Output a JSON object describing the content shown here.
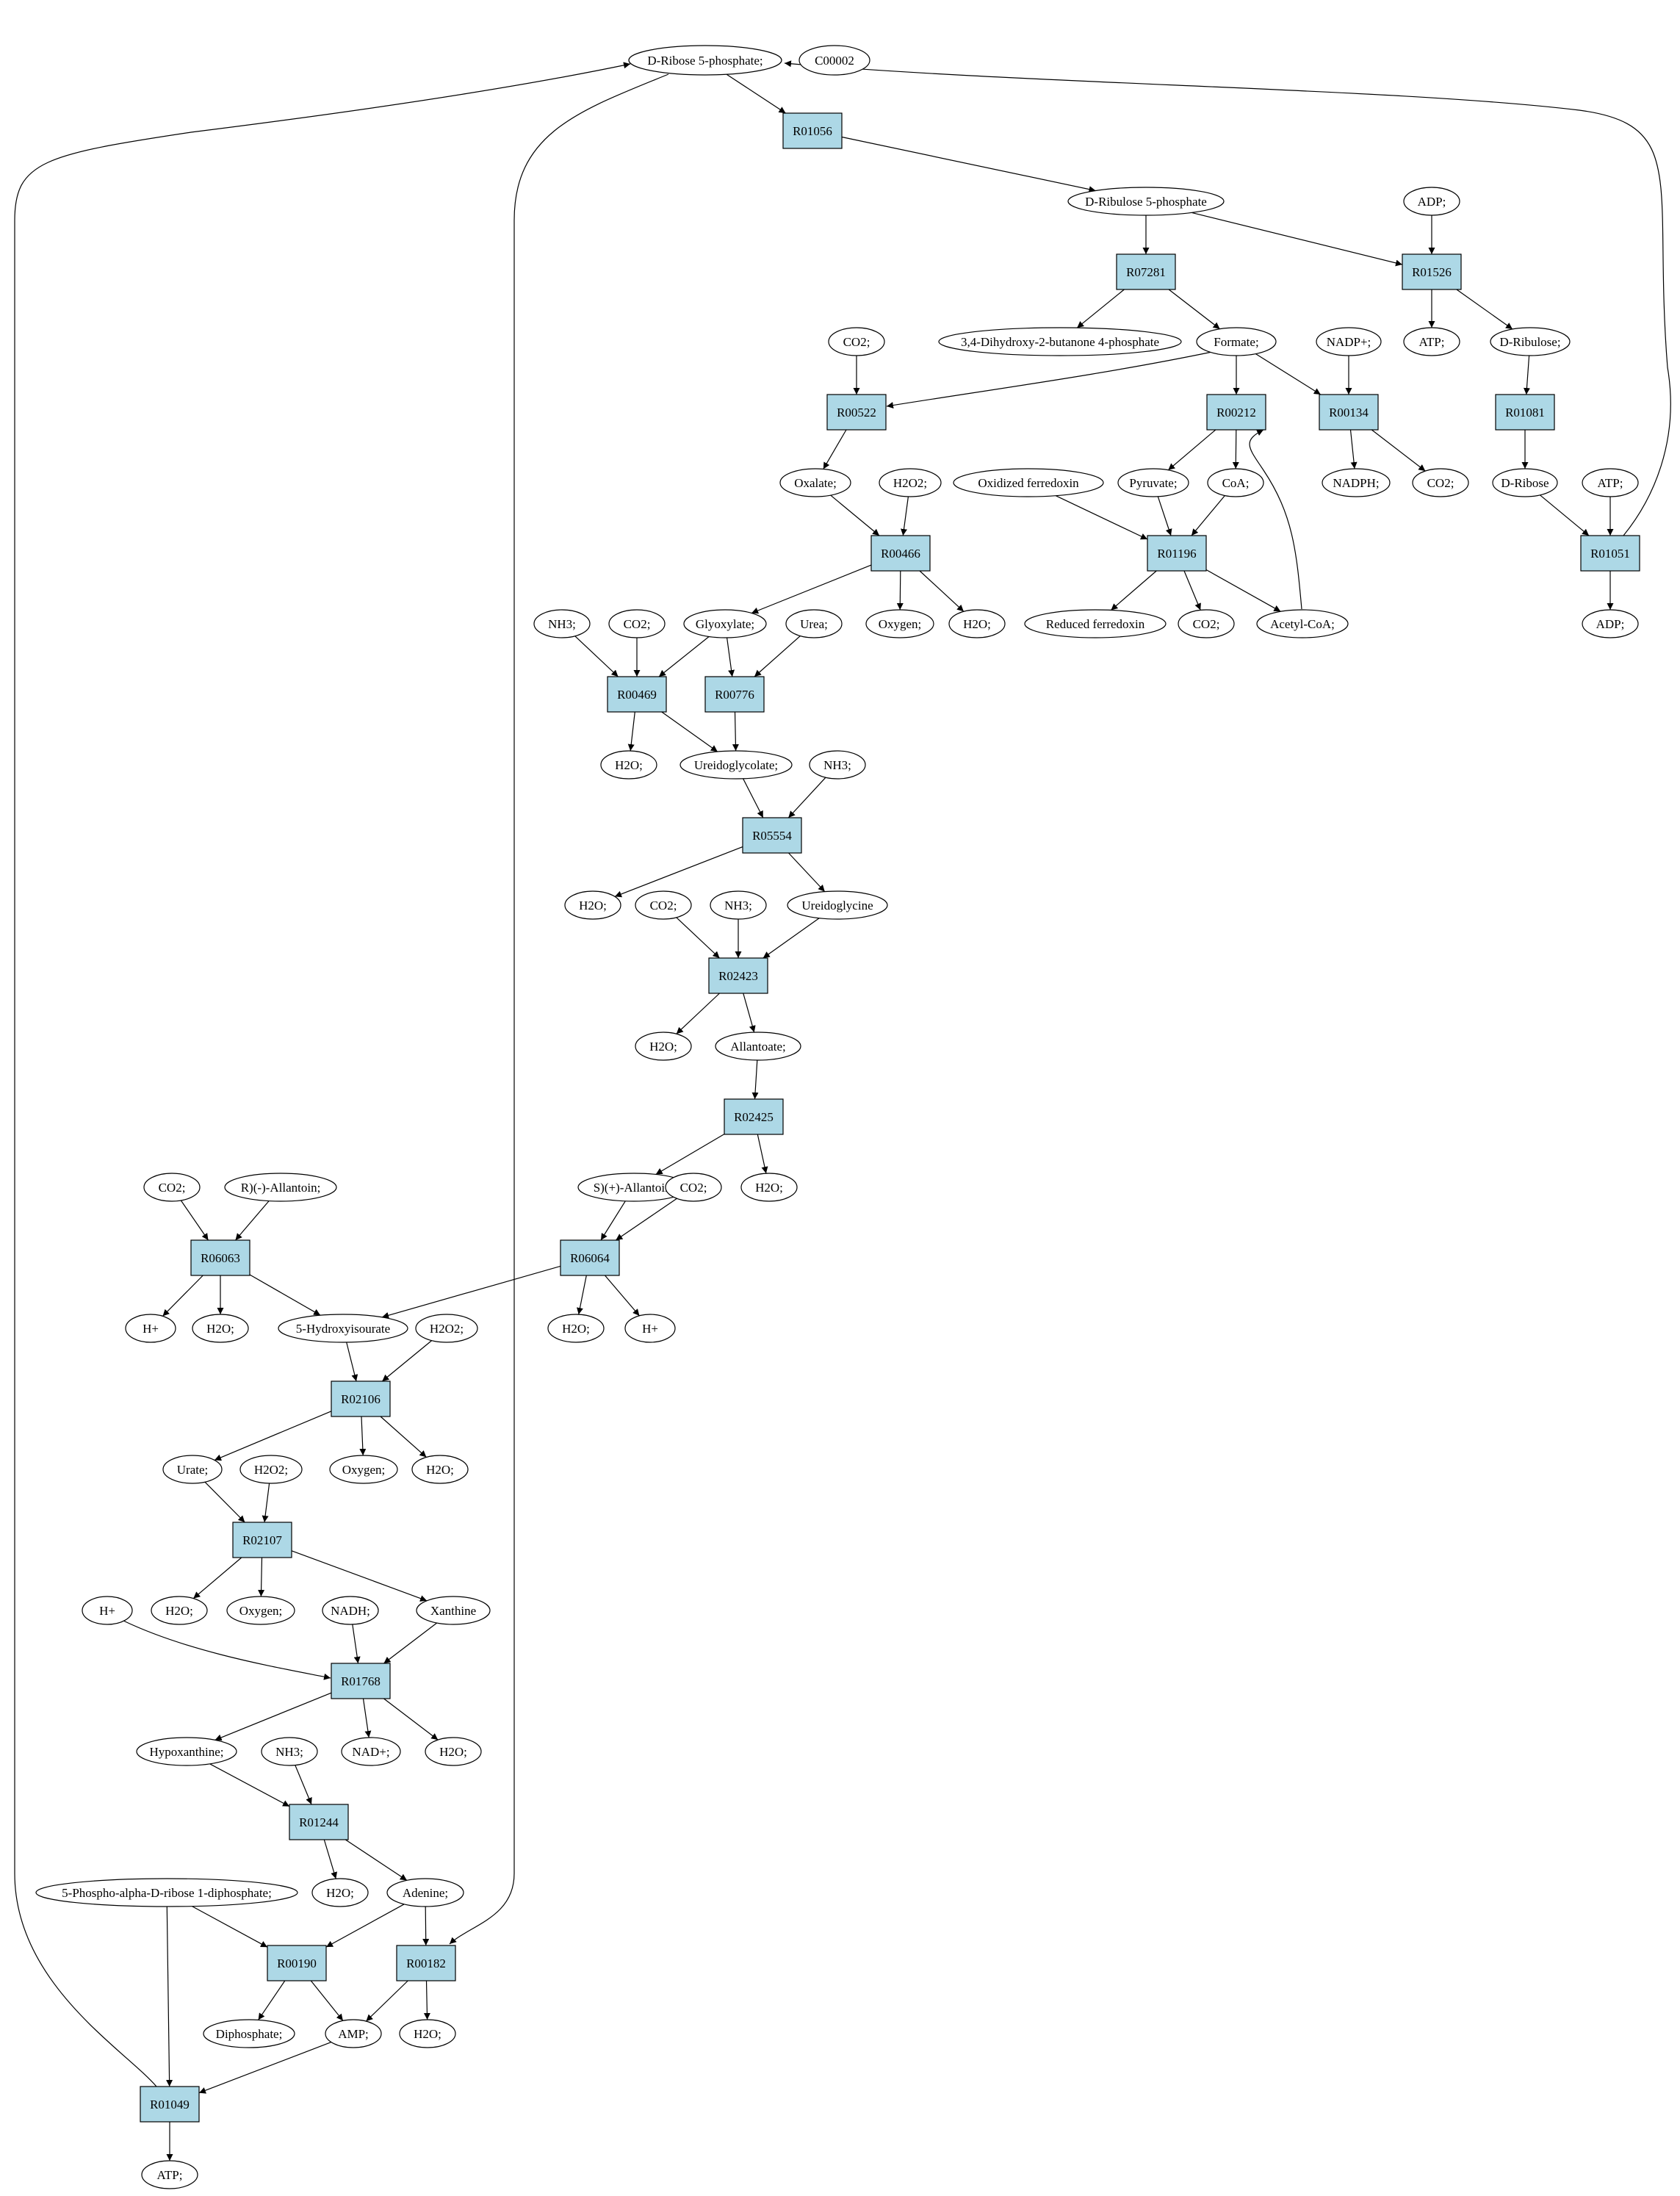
{
  "colors": {
    "reaction_fill": "#add8e6",
    "metabolite_fill": "#ffffff",
    "highlight_start": "#00ff00",
    "highlight_other": "#ffff00"
  },
  "metabolites": [
    {
      "id": "ribose5p",
      "label": "D-Ribose 5-phosphate;",
      "color": "#00ff00"
    },
    {
      "id": "c00002",
      "label": "C00002",
      "color": "#ffff00"
    },
    {
      "id": "ribulose5p",
      "label": "D-Ribulose 5-phosphate"
    },
    {
      "id": "adp_top",
      "label": "ADP;"
    },
    {
      "id": "dhbp",
      "label": "3,4-Dihydroxy-2-butanone 4-phosphate"
    },
    {
      "id": "formate",
      "label": "Formate;"
    },
    {
      "id": "co2_a",
      "label": "CO2;"
    },
    {
      "id": "nadp",
      "label": "NADP+;"
    },
    {
      "id": "atp_top",
      "label": "ATP;"
    },
    {
      "id": "dribulose",
      "label": "D-Ribulose;"
    },
    {
      "id": "oxalate",
      "label": "Oxalate;"
    },
    {
      "id": "h2o2_a",
      "label": "H2O2;"
    },
    {
      "id": "oxfd",
      "label": "Oxidized ferredoxin"
    },
    {
      "id": "pyruvate",
      "label": "Pyruvate;"
    },
    {
      "id": "coa",
      "label": "CoA;"
    },
    {
      "id": "nadph",
      "label": "NADPH;"
    },
    {
      "id": "co2_b",
      "label": "CO2;"
    },
    {
      "id": "dribose",
      "label": "D-Ribose"
    },
    {
      "id": "atp_r",
      "label": "ATP;"
    },
    {
      "id": "nh3_a",
      "label": "NH3;"
    },
    {
      "id": "co2_c",
      "label": "CO2;"
    },
    {
      "id": "glyoxylate",
      "label": "Glyoxylate;"
    },
    {
      "id": "urea",
      "label": "Urea;"
    },
    {
      "id": "oxygen_a",
      "label": "Oxygen;"
    },
    {
      "id": "h2o_a",
      "label": "H2O;"
    },
    {
      "id": "redfd",
      "label": "Reduced ferredoxin"
    },
    {
      "id": "co2_d",
      "label": "CO2;"
    },
    {
      "id": "acetylcoa",
      "label": "Acetyl-CoA;"
    },
    {
      "id": "adp_r",
      "label": "ADP;"
    },
    {
      "id": "h2o_b",
      "label": "H2O;"
    },
    {
      "id": "ureidoglycolate",
      "label": "Ureidoglycolate;"
    },
    {
      "id": "nh3_b",
      "label": "NH3;"
    },
    {
      "id": "h2o_c",
      "label": "H2O;"
    },
    {
      "id": "co2_e",
      "label": "CO2;"
    },
    {
      "id": "nh3_c",
      "label": "NH3;"
    },
    {
      "id": "ureidoglycine",
      "label": "Ureidoglycine"
    },
    {
      "id": "h2o_d",
      "label": "H2O;"
    },
    {
      "id": "allantoate",
      "label": "Allantoate;"
    },
    {
      "id": "co2_f",
      "label": "CO2;"
    },
    {
      "id": "rallantoin",
      "label": "R)(-)-Allantoin;"
    },
    {
      "id": "sallantoin",
      "label": "S)(+)-Allantoin;"
    },
    {
      "id": "co2_g",
      "label": "CO2;"
    },
    {
      "id": "h2o_e",
      "label": "H2O;"
    },
    {
      "id": "hplus_a",
      "label": "H+"
    },
    {
      "id": "h2o_f",
      "label": "H2O;"
    },
    {
      "id": "hydroxyisourate",
      "label": "5-Hydroxyisourate"
    },
    {
      "id": "h2o2_b",
      "label": "H2O2;"
    },
    {
      "id": "h2o_g",
      "label": "H2O;"
    },
    {
      "id": "hplus_b",
      "label": "H+"
    },
    {
      "id": "urate",
      "label": "Urate;"
    },
    {
      "id": "h2o2_c",
      "label": "H2O2;"
    },
    {
      "id": "oxygen_b",
      "label": "Oxygen;"
    },
    {
      "id": "h2o_h",
      "label": "H2O;"
    },
    {
      "id": "hplus_c",
      "label": "H+"
    },
    {
      "id": "h2o_i",
      "label": "H2O;"
    },
    {
      "id": "oxygen_c",
      "label": "Oxygen;"
    },
    {
      "id": "nadh",
      "label": "NADH;"
    },
    {
      "id": "xanthine",
      "label": "Xanthine"
    },
    {
      "id": "hypoxanthine",
      "label": "Hypoxanthine;"
    },
    {
      "id": "nh3_d",
      "label": "NH3;"
    },
    {
      "id": "nad",
      "label": "NAD+;"
    },
    {
      "id": "h2o_j",
      "label": "H2O;"
    },
    {
      "id": "prpp",
      "label": "5-Phospho-alpha-D-ribose 1-diphosphate;"
    },
    {
      "id": "h2o_k",
      "label": "H2O;"
    },
    {
      "id": "adenine",
      "label": "Adenine;"
    },
    {
      "id": "diphosphate",
      "label": "Diphosphate;"
    },
    {
      "id": "amp",
      "label": "AMP;"
    },
    {
      "id": "h2o_l",
      "label": "H2O;"
    },
    {
      "id": "atp_bottom",
      "label": "ATP;"
    }
  ],
  "reactions": [
    {
      "id": "R01056",
      "label": "R01056"
    },
    {
      "id": "R07281",
      "label": "R07281"
    },
    {
      "id": "R01526",
      "label": "R01526"
    },
    {
      "id": "R00522",
      "label": "R00522"
    },
    {
      "id": "R00212",
      "label": "R00212"
    },
    {
      "id": "R00134",
      "label": "R00134"
    },
    {
      "id": "R01081",
      "label": "R01081"
    },
    {
      "id": "R00466",
      "label": "R00466"
    },
    {
      "id": "R01196",
      "label": "R01196"
    },
    {
      "id": "R01051",
      "label": "R01051"
    },
    {
      "id": "R00469",
      "label": "R00469"
    },
    {
      "id": "R00776",
      "label": "R00776"
    },
    {
      "id": "R05554",
      "label": "R05554"
    },
    {
      "id": "R02423",
      "label": "R02423"
    },
    {
      "id": "R02425",
      "label": "R02425"
    },
    {
      "id": "R06063",
      "label": "R06063"
    },
    {
      "id": "R06064",
      "label": "R06064"
    },
    {
      "id": "R02106",
      "label": "R02106"
    },
    {
      "id": "R02107",
      "label": "R02107"
    },
    {
      "id": "R01768",
      "label": "R01768"
    },
    {
      "id": "R01244",
      "label": "R01244"
    },
    {
      "id": "R00190",
      "label": "R00190"
    },
    {
      "id": "R00182",
      "label": "R00182"
    },
    {
      "id": "R01049",
      "label": "R01049"
    }
  ],
  "edges": [
    [
      "ribose5p",
      "R01056"
    ],
    [
      "R01056",
      "ribulose5p"
    ],
    [
      "ribulose5p",
      "R07281"
    ],
    [
      "ribulose5p",
      "R01526"
    ],
    [
      "adp_top",
      "R01526"
    ],
    [
      "R07281",
      "dhbp"
    ],
    [
      "R07281",
      "formate"
    ],
    [
      "R01526",
      "atp_top"
    ],
    [
      "R01526",
      "dribulose"
    ],
    [
      "co2_a",
      "R00522"
    ],
    [
      "formate",
      "R00522"
    ],
    [
      "formate",
      "R00212"
    ],
    [
      "formate",
      "R00134"
    ],
    [
      "nadp",
      "R00134"
    ],
    [
      "R00134",
      "nadph"
    ],
    [
      "R00134",
      "co2_b"
    ],
    [
      "dribulose",
      "R01081"
    ],
    [
      "R01081",
      "dribose"
    ],
    [
      "R00522",
      "oxalate"
    ],
    [
      "oxalate",
      "R00466"
    ],
    [
      "h2o2_a",
      "R00466"
    ],
    [
      "R00212",
      "pyruvate"
    ],
    [
      "R00212",
      "coa"
    ],
    [
      "oxfd",
      "R01196"
    ],
    [
      "pyruvate",
      "R01196"
    ],
    [
      "coa",
      "R01196"
    ],
    [
      "R01196",
      "redfd"
    ],
    [
      "R01196",
      "co2_d"
    ],
    [
      "R01196",
      "acetylcoa"
    ],
    [
      "acetylcoa",
      "R00212"
    ],
    [
      "dribose",
      "R01051"
    ],
    [
      "atp_r",
      "R01051"
    ],
    [
      "R01051",
      "adp_r"
    ],
    [
      "R01051",
      "ribose5p"
    ],
    [
      "R00466",
      "glyoxylate"
    ],
    [
      "R00466",
      "oxygen_a"
    ],
    [
      "R00466",
      "h2o_a"
    ],
    [
      "nh3_a",
      "R00469"
    ],
    [
      "co2_c",
      "R00469"
    ],
    [
      "glyoxylate",
      "R00469"
    ],
    [
      "glyoxylate",
      "R00776"
    ],
    [
      "urea",
      "R00776"
    ],
    [
      "R00469",
      "h2o_b"
    ],
    [
      "R00469",
      "ureidoglycolate"
    ],
    [
      "R00776",
      "ureidoglycolate"
    ],
    [
      "ureidoglycolate",
      "R05554"
    ],
    [
      "nh3_b",
      "R05554"
    ],
    [
      "R05554",
      "h2o_c"
    ],
    [
      "R05554",
      "ureidoglycine"
    ],
    [
      "co2_e",
      "R02423"
    ],
    [
      "nh3_c",
      "R02423"
    ],
    [
      "ureidoglycine",
      "R02423"
    ],
    [
      "R02423",
      "h2o_d"
    ],
    [
      "R02423",
      "allantoate"
    ],
    [
      "allantoate",
      "R02425"
    ],
    [
      "R02425",
      "sallantoin"
    ],
    [
      "R02425",
      "h2o_e"
    ],
    [
      "co2_f",
      "R06063"
    ],
    [
      "rallantoin",
      "R06063"
    ],
    [
      "R06063",
      "hplus_a"
    ],
    [
      "R06063",
      "h2o_f"
    ],
    [
      "R06063",
      "hydroxyisourate"
    ],
    [
      "sallantoin",
      "R06064"
    ],
    [
      "co2_g",
      "R06064"
    ],
    [
      "R06064",
      "hydroxyisourate"
    ],
    [
      "R06064",
      "h2o_g"
    ],
    [
      "R06064",
      "hplus_b"
    ],
    [
      "hydroxyisourate",
      "R02106"
    ],
    [
      "h2o2_b",
      "R02106"
    ],
    [
      "R02106",
      "urate"
    ],
    [
      "R02106",
      "oxygen_b"
    ],
    [
      "R02106",
      "h2o_h"
    ],
    [
      "urate",
      "R02107"
    ],
    [
      "h2o2_c",
      "R02107"
    ],
    [
      "R02107",
      "h2o_i"
    ],
    [
      "R02107",
      "oxygen_c"
    ],
    [
      "R02107",
      "xanthine"
    ],
    [
      "hplus_c",
      "R01768"
    ],
    [
      "nadh",
      "R01768"
    ],
    [
      "xanthine",
      "R01768"
    ],
    [
      "R01768",
      "hypoxanthine"
    ],
    [
      "R01768",
      "nad"
    ],
    [
      "R01768",
      "h2o_j"
    ],
    [
      "hypoxanthine",
      "R01244"
    ],
    [
      "nh3_d",
      "R01244"
    ],
    [
      "R01244",
      "h2o_k"
    ],
    [
      "R01244",
      "adenine"
    ],
    [
      "prpp",
      "R00190"
    ],
    [
      "adenine",
      "R00190"
    ],
    [
      "adenine",
      "R00182"
    ],
    [
      "ribose5p",
      "R00182"
    ],
    [
      "R00190",
      "diphosphate"
    ],
    [
      "R00190",
      "amp"
    ],
    [
      "R00182",
      "amp"
    ],
    [
      "R00182",
      "h2o_l"
    ],
    [
      "amp",
      "R01049"
    ],
    [
      "prpp",
      "R01049"
    ],
    [
      "R01049",
      "atp_bottom"
    ],
    [
      "R01049",
      "ribose5p"
    ]
  ]
}
